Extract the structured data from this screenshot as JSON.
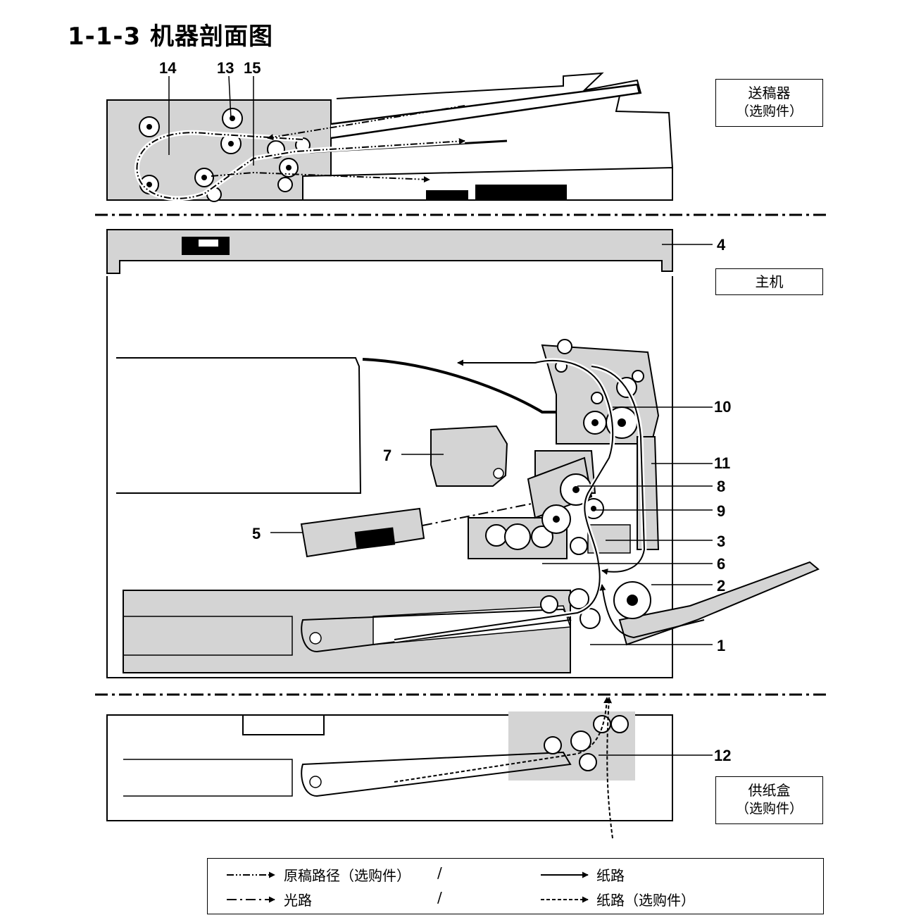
{
  "title": "1-1-3  机器剖面图",
  "labels": {
    "adf_name": "送稿器",
    "adf_note": "（选购件）",
    "main_name": "主机",
    "cassette_name": "供纸盒",
    "cassette_note": "（选购件）"
  },
  "callouts": {
    "n1": "1",
    "n2": "2",
    "n3": "3",
    "n4": "4",
    "n5": "5",
    "n6": "6",
    "n7": "7",
    "n8": "8",
    "n9": "9",
    "n10": "10",
    "n11": "11",
    "n12": "12",
    "n13": "13",
    "n14": "14",
    "n15": "15"
  },
  "legend": {
    "original_path": "原稿路径（选购件）",
    "light_path": "光路",
    "paper_path": "纸路",
    "paper_path_option": "纸路（选购件）",
    "separator": "/"
  },
  "colors": {
    "fill_gray": "#d4d4d4",
    "line": "#000000"
  }
}
